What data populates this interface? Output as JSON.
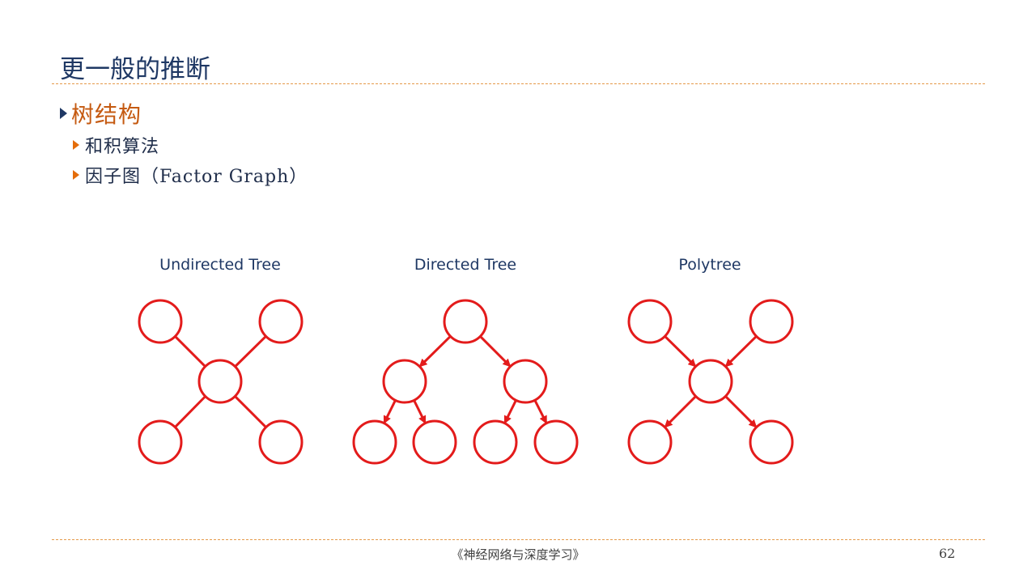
{
  "slide": {
    "title": "更一般的推断",
    "bullet_main": "树结构",
    "sub_bullets": [
      "和积算法",
      "因子图（Factor Graph）"
    ]
  },
  "diagrams": [
    {
      "label": "Undirected Tree",
      "nodes": [
        {
          "id": "a"
        },
        {
          "id": "b"
        },
        {
          "id": "c"
        },
        {
          "id": "d"
        },
        {
          "id": "e"
        }
      ],
      "edges": [
        {
          "from": "a",
          "to": "c",
          "directed": false
        },
        {
          "from": "b",
          "to": "c",
          "directed": false
        },
        {
          "from": "c",
          "to": "d",
          "directed": false
        },
        {
          "from": "c",
          "to": "e",
          "directed": false
        }
      ]
    },
    {
      "label": "Directed Tree",
      "nodes": [
        {
          "id": "r"
        },
        {
          "id": "l"
        },
        {
          "id": "m"
        },
        {
          "id": "l1"
        },
        {
          "id": "l2"
        },
        {
          "id": "m1"
        },
        {
          "id": "m2"
        }
      ],
      "edges": [
        {
          "from": "r",
          "to": "l",
          "directed": true
        },
        {
          "from": "r",
          "to": "m",
          "directed": true
        },
        {
          "from": "l",
          "to": "l1",
          "directed": true
        },
        {
          "from": "l",
          "to": "l2",
          "directed": true
        },
        {
          "from": "m",
          "to": "m1",
          "directed": true
        },
        {
          "from": "m",
          "to": "m2",
          "directed": true
        }
      ]
    },
    {
      "label": "Polytree",
      "nodes": [
        {
          "id": "p"
        },
        {
          "id": "q"
        },
        {
          "id": "c"
        },
        {
          "id": "s"
        },
        {
          "id": "t"
        }
      ],
      "edges": [
        {
          "from": "p",
          "to": "c",
          "directed": true
        },
        {
          "from": "q",
          "to": "c",
          "directed": true
        },
        {
          "from": "c",
          "to": "s",
          "directed": true
        },
        {
          "from": "c",
          "to": "t",
          "directed": true
        }
      ]
    }
  ],
  "colors": {
    "node_stroke": "#e31b1b",
    "title": "#1f3864",
    "bullet_main": "#c55a11",
    "rule": "#e59a4a"
  },
  "footer": {
    "book": "《神经网络与深度学习》",
    "page": "62"
  }
}
